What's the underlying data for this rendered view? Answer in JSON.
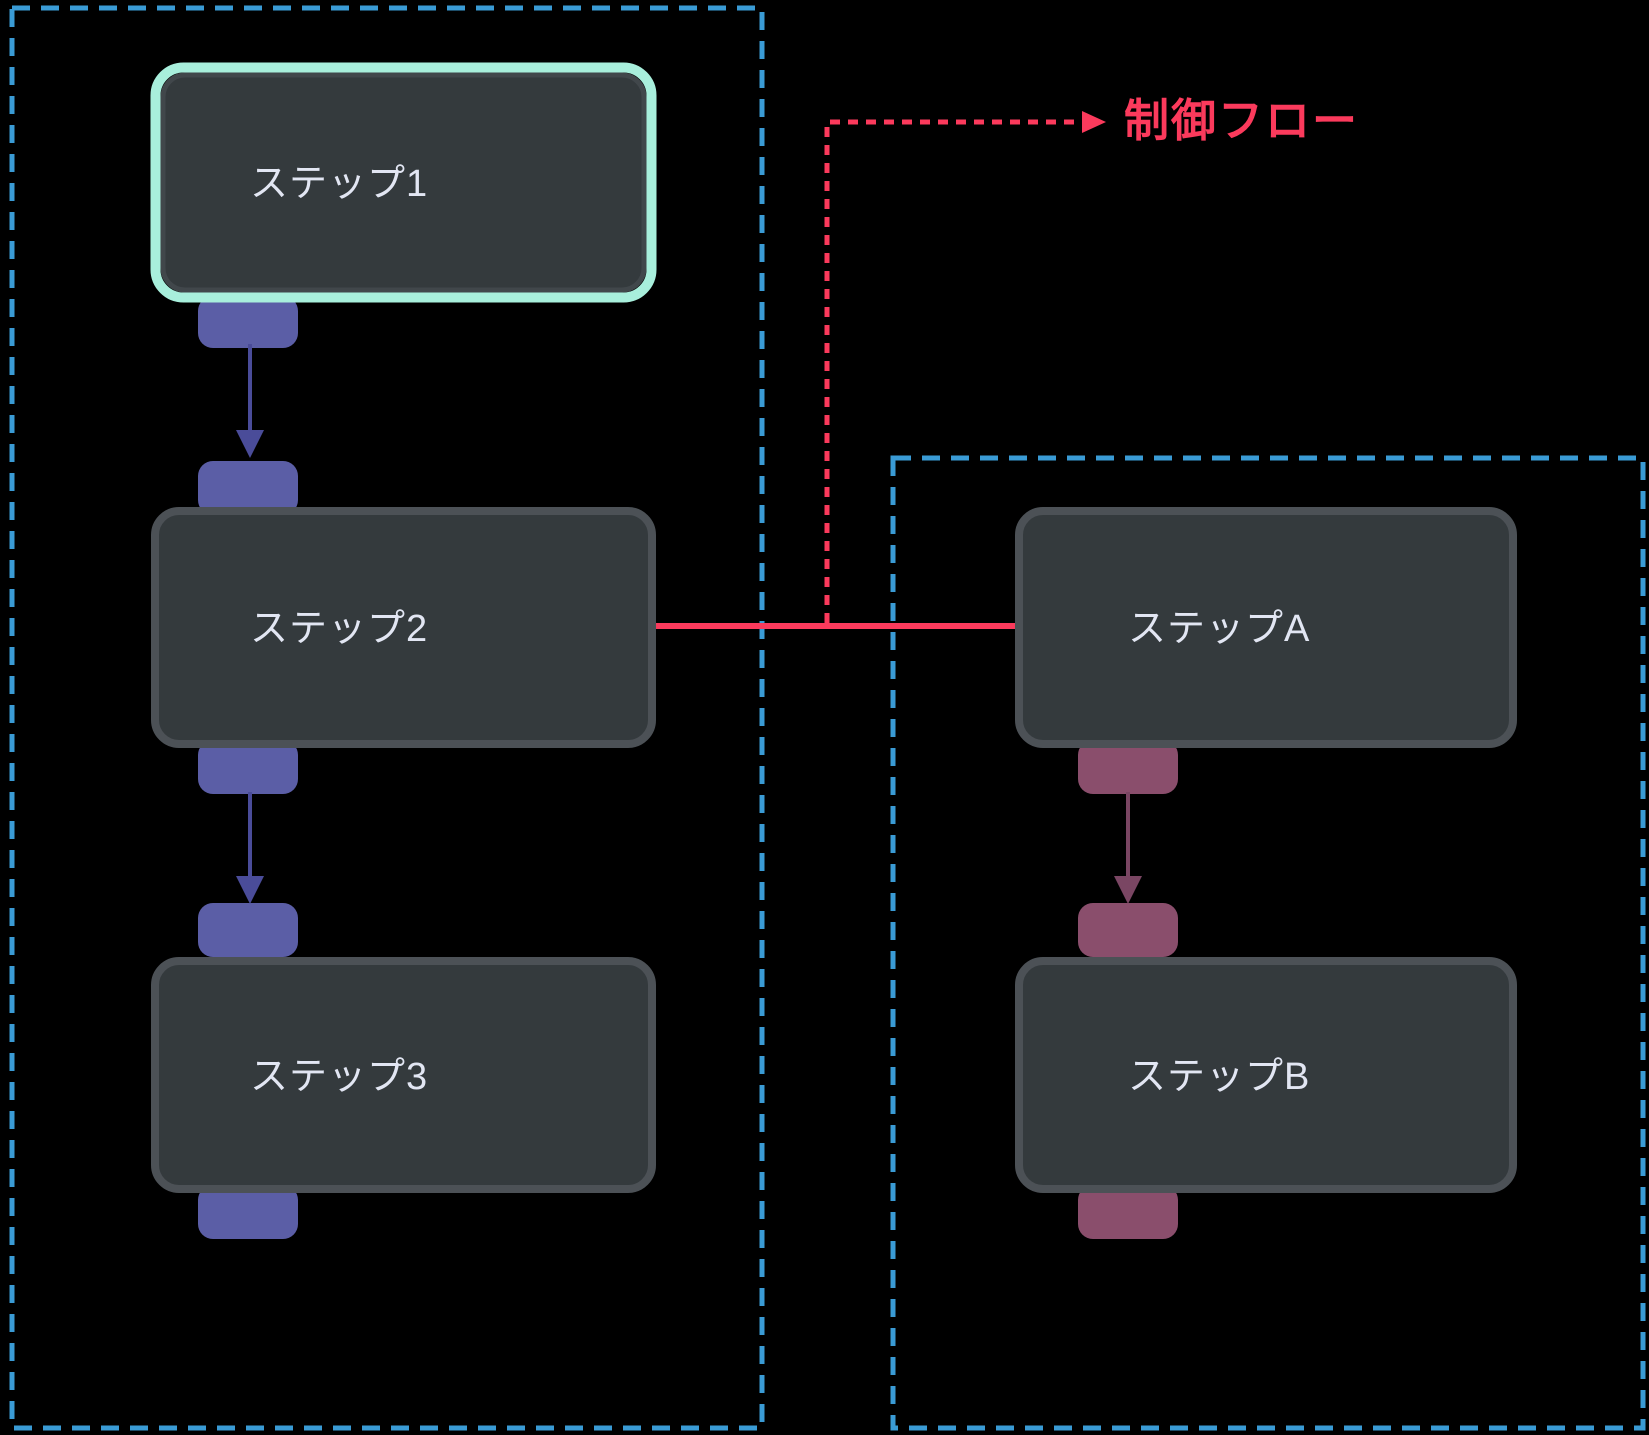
{
  "canvas": {
    "background": "#000000"
  },
  "groups": [
    {
      "id": "left-flow-group"
    },
    {
      "id": "right-flow-group"
    }
  ],
  "nodes": [
    {
      "id": "step1",
      "label": "ステップ1",
      "highlighted": true
    },
    {
      "id": "step2",
      "label": "ステップ2",
      "highlighted": false
    },
    {
      "id": "step3",
      "label": "ステップ3",
      "highlighted": false
    },
    {
      "id": "stepA",
      "label": "ステップA",
      "highlighted": false
    },
    {
      "id": "stepB",
      "label": "ステップB",
      "highlighted": false
    }
  ],
  "annotation": {
    "label": "制御フロー"
  },
  "colors": {
    "background": "#000000",
    "group_dash_blue": "#3a9bd5",
    "node_fill": "#343a3d",
    "node_border": "#4c5156",
    "node_highlight_teal": "#a8efdc",
    "node_label_text": "#e2e6f3",
    "port_purple": "#5b5ea6",
    "arrow_purple": "#4a4c99",
    "port_maroon": "#8a4e6c",
    "arrow_maroon": "#7a4663",
    "control_flow_red": "#fb3a5c"
  }
}
